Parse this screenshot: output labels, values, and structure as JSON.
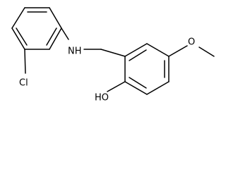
{
  "structure": {
    "atoms": {
      "nh": "NH",
      "cl": "Cl",
      "oh": "HO",
      "ome_o": "O"
    }
  }
}
